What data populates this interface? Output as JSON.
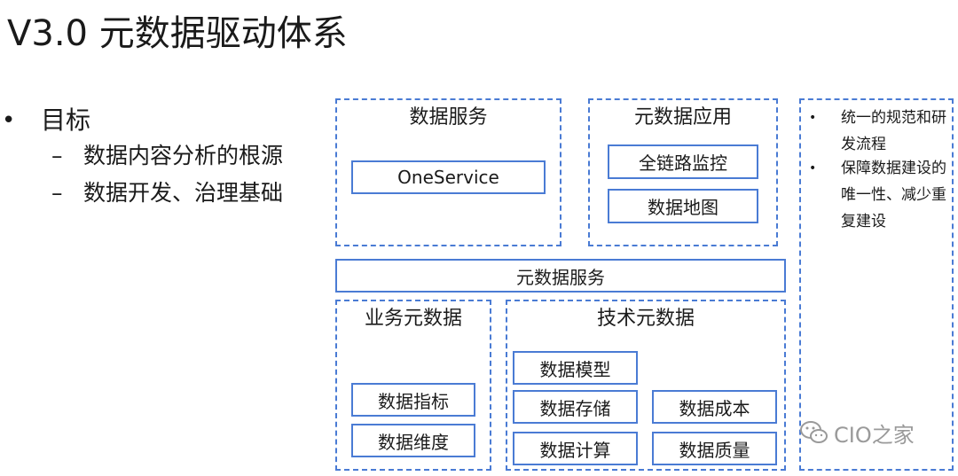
{
  "title": "V3.0 元数据驱动体系",
  "left_bullets": {
    "heading": "目标",
    "items": [
      "数据内容分析的根源",
      "数据开发、治理基础"
    ]
  },
  "diagram": {
    "data_service": {
      "label": "数据服务",
      "items": [
        "OneService"
      ]
    },
    "metadata_app": {
      "label": "元数据应用",
      "items": [
        "全链路监控",
        "数据地图"
      ]
    },
    "metadata_service": "元数据服务",
    "business_metadata": {
      "label": "业务元数据",
      "items": [
        "数据指标",
        "数据维度"
      ]
    },
    "tech_metadata": {
      "label": "技术元数据",
      "items": [
        "数据模型",
        "数据存储",
        "数据成本",
        "数据计算",
        "数据质量"
      ]
    }
  },
  "side_notes": [
    "统一的规范和研发流程",
    "保障数据建设的唯一性、减少重复建设"
  ],
  "watermark": "CIO之家",
  "colors": {
    "box_border": "#4a7bd4",
    "text": "#1a1a1a",
    "watermark": "#9a9a9a"
  }
}
